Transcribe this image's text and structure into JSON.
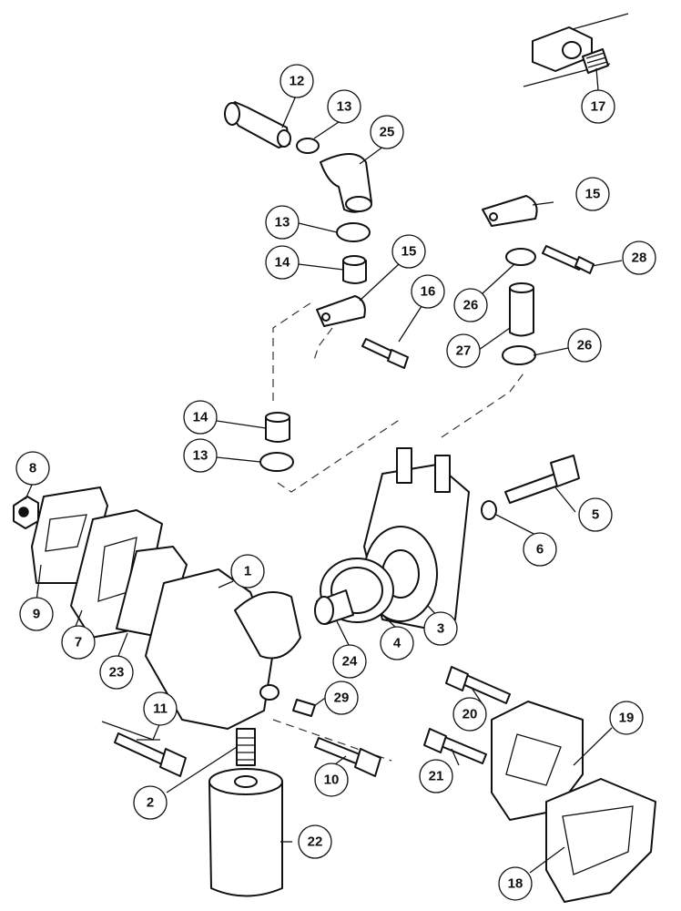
{
  "callouts": [
    {
      "id": "c1",
      "label": "1"
    },
    {
      "id": "c2",
      "label": "2"
    },
    {
      "id": "c3",
      "label": "3"
    },
    {
      "id": "c4",
      "label": "4"
    },
    {
      "id": "c5",
      "label": "5"
    },
    {
      "id": "c6",
      "label": "6"
    },
    {
      "id": "c7",
      "label": "7"
    },
    {
      "id": "c8",
      "label": "8"
    },
    {
      "id": "c9",
      "label": "9"
    },
    {
      "id": "c10",
      "label": "10"
    },
    {
      "id": "c11",
      "label": "11"
    },
    {
      "id": "c12",
      "label": "12"
    },
    {
      "id": "c13a",
      "label": "13"
    },
    {
      "id": "c13b",
      "label": "13"
    },
    {
      "id": "c13c",
      "label": "13"
    },
    {
      "id": "c14a",
      "label": "14"
    },
    {
      "id": "c14b",
      "label": "14"
    },
    {
      "id": "c15a",
      "label": "15"
    },
    {
      "id": "c15b",
      "label": "15"
    },
    {
      "id": "c16",
      "label": "16"
    },
    {
      "id": "c17",
      "label": "17"
    },
    {
      "id": "c18",
      "label": "18"
    },
    {
      "id": "c19",
      "label": "19"
    },
    {
      "id": "c20",
      "label": "20"
    },
    {
      "id": "c21",
      "label": "21"
    },
    {
      "id": "c22",
      "label": "22"
    },
    {
      "id": "c23",
      "label": "23"
    },
    {
      "id": "c24",
      "label": "24"
    },
    {
      "id": "c25",
      "label": "25"
    },
    {
      "id": "c26a",
      "label": "26"
    },
    {
      "id": "c26b",
      "label": "26"
    },
    {
      "id": "c27",
      "label": "27"
    },
    {
      "id": "c28",
      "label": "28"
    },
    {
      "id": "c29",
      "label": "29"
    }
  ]
}
